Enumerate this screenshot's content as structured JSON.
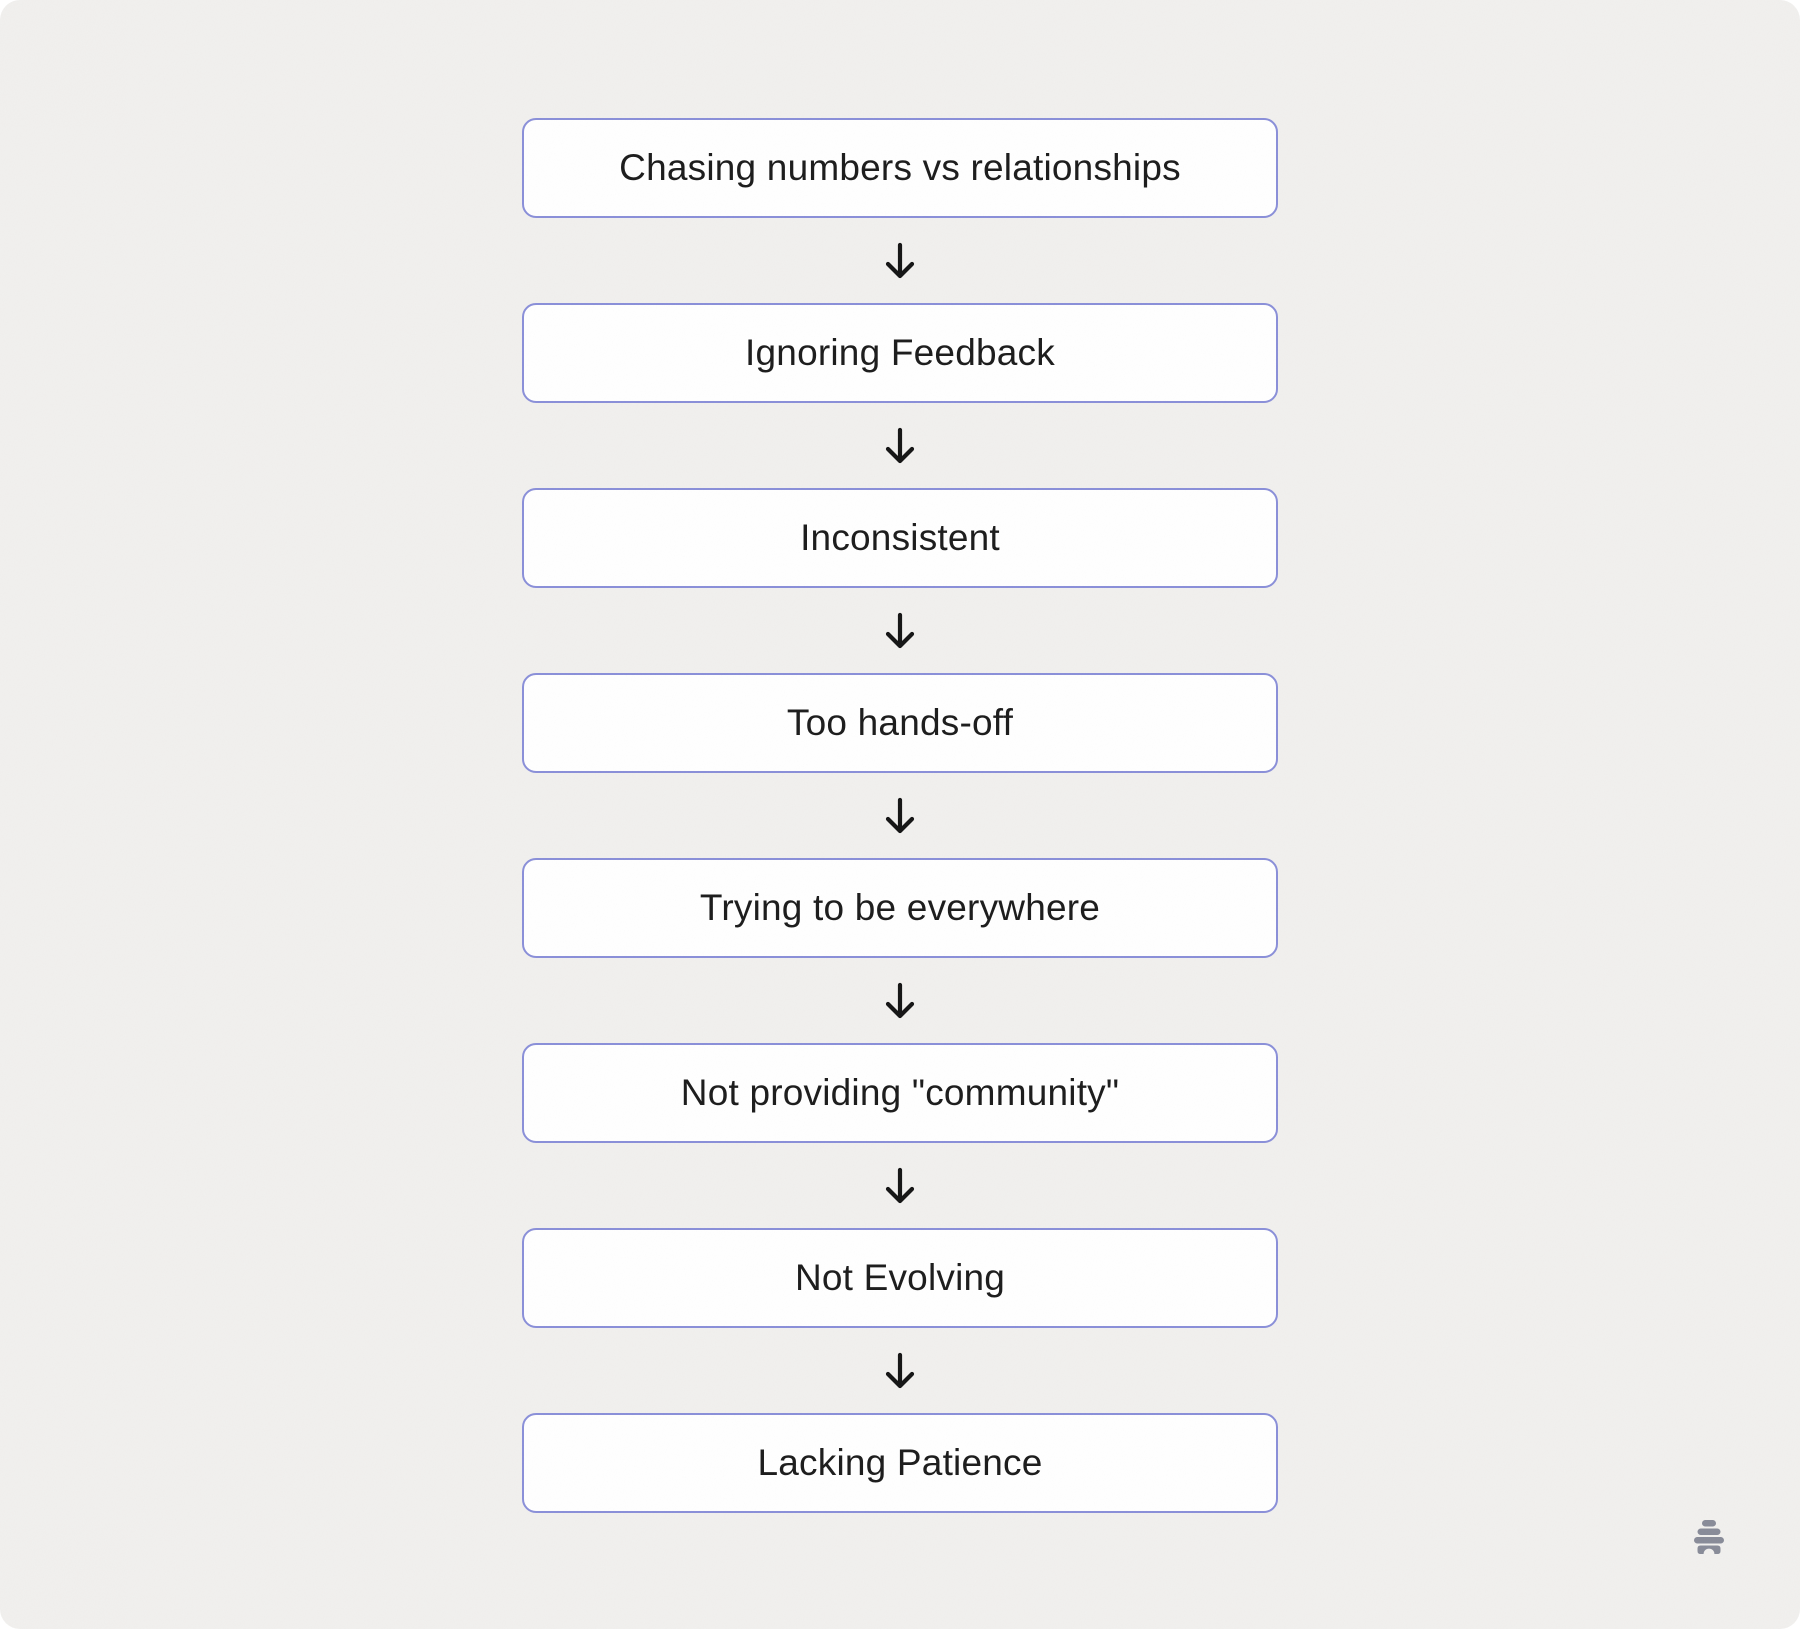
{
  "flowchart": {
    "steps": [
      {
        "label": "Chasing numbers vs relationships"
      },
      {
        "label": "Ignoring Feedback"
      },
      {
        "label": "Inconsistent"
      },
      {
        "label": "Too hands-off"
      },
      {
        "label": "Trying to be everywhere"
      },
      {
        "label": "Not providing \"community\""
      },
      {
        "label": "Not Evolving"
      },
      {
        "label": "Lacking Patience"
      }
    ],
    "arrow_glyph": "↓"
  },
  "watermark": {
    "icon": "beehiiv-beehive-icon",
    "color": "#888b98"
  },
  "colors": {
    "page_background": "#f1f0ee",
    "outside_background": "#ffffff",
    "box_fill": "#ffffff",
    "box_border": "#8a8fd9",
    "text": "#1b1b1b",
    "arrow": "#141414"
  }
}
